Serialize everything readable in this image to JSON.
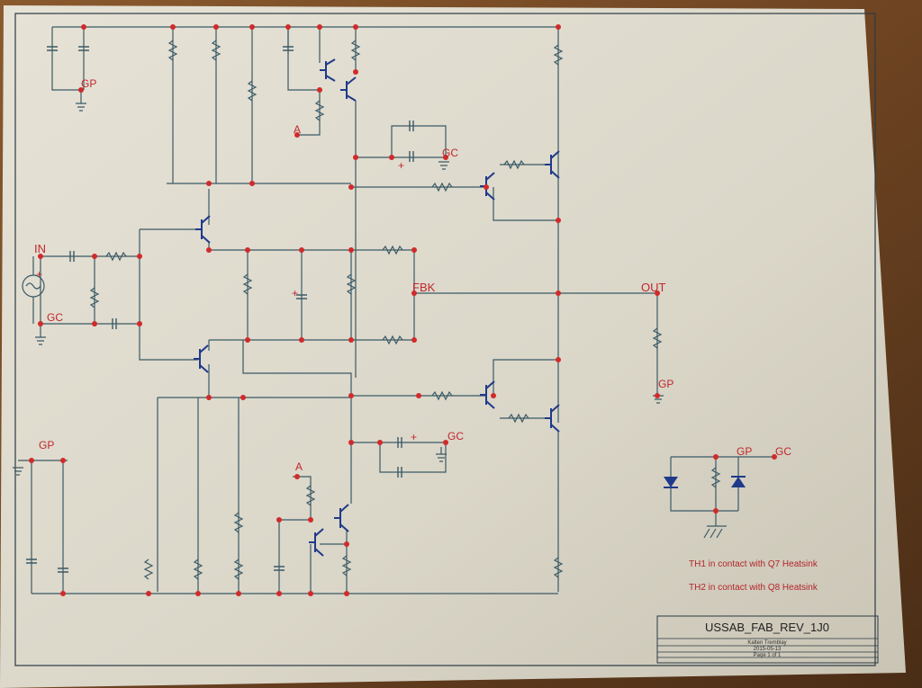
{
  "schematic": {
    "net_labels": {
      "input": "IN",
      "feedback": "FBK",
      "output": "OUT",
      "gp": "GP",
      "gc": "GC",
      "supply_a": "A"
    },
    "polarity_plus": "+",
    "polarity_minus": "-",
    "notes": [
      "TH1 in contact with Q7 Heatsink",
      "TH2 in contact with Q8 Heatsink"
    ],
    "title_block": {
      "title": "USSAB_FAB_REV_1J0",
      "author": "Kalten Tremblay",
      "date": "2015-05-13",
      "page": "Page 1 of 1"
    },
    "colors": {
      "paper": "#ddd9cc",
      "wire": "#3a5a66",
      "transistor": "#1f3a8a",
      "node": "#d12a2a",
      "label": "#c0272d"
    }
  }
}
